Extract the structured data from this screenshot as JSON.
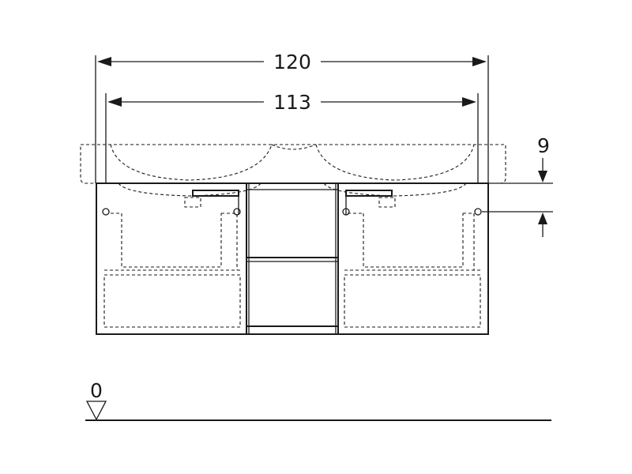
{
  "dimensions": {
    "overall_width": "120",
    "inner_width": "113",
    "height_offset": "9",
    "floor_level": "0"
  }
}
